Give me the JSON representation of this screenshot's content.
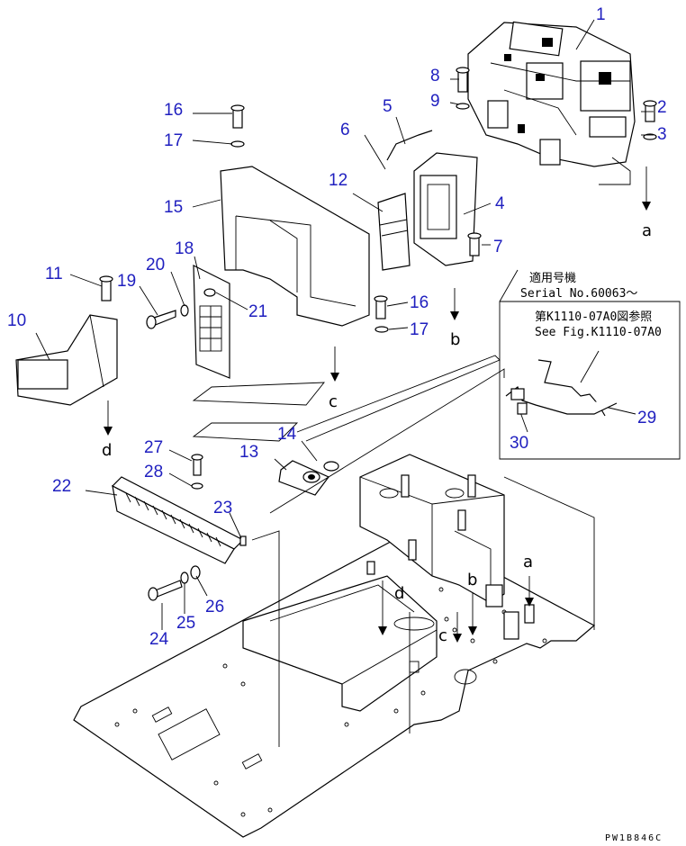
{
  "callouts": {
    "c1": "1",
    "c2": "2",
    "c3": "3",
    "c4": "4",
    "c5": "5",
    "c6": "6",
    "c7": "7",
    "c8": "8",
    "c9": "9",
    "c10": "10",
    "c11": "11",
    "c12": "12",
    "c13": "13",
    "c14": "14",
    "c15": "15",
    "c16a": "16",
    "c16b": "16",
    "c17a": "17",
    "c17b": "17",
    "c18": "18",
    "c19": "19",
    "c20": "20",
    "c21": "21",
    "c22": "22",
    "c23": "23",
    "c24": "24",
    "c25": "25",
    "c26": "26",
    "c27": "27",
    "c28": "28",
    "c29": "29",
    "c30": "30"
  },
  "letters": {
    "a1": "a",
    "a2": "a",
    "b1": "b",
    "b2": "b",
    "c1": "c",
    "c2": "c",
    "d1": "d",
    "d2": "d"
  },
  "notes": {
    "applicable_jp": "適用号機",
    "serial": "Serial No.60063～",
    "ref_jp": "第K1110-07A0図参照",
    "ref_en": "See Fig.K1110-07A0"
  },
  "drawing_code": "PW1B846C",
  "colors": {
    "callout": "#1f1fbf",
    "line": "#000000",
    "background": "#ffffff"
  }
}
